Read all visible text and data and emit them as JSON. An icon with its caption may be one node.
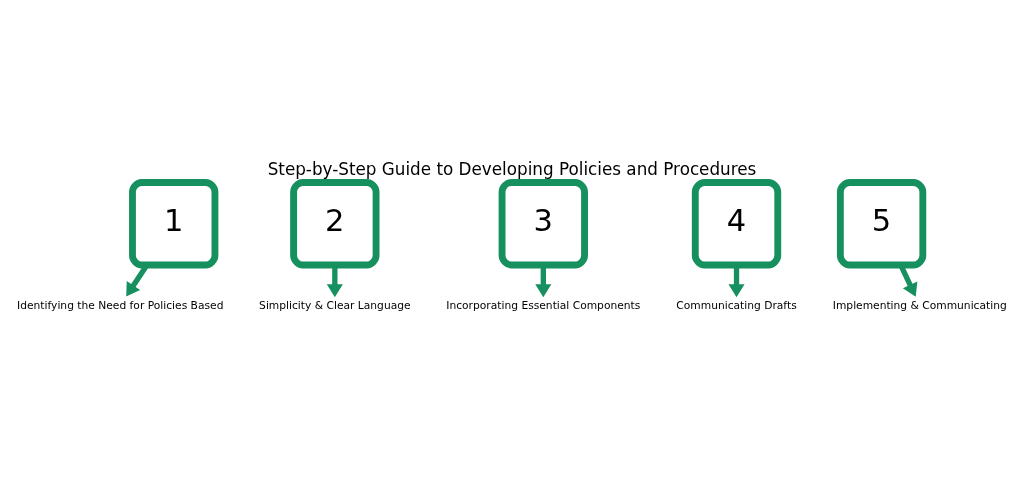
{
  "diagram": {
    "title": "Step-by-Step Guide to Developing Policies and Procedures",
    "nodes": [
      {
        "text": [
          "1"
        ]
      },
      {
        "text": [
          "2"
        ]
      },
      {
        "text": [
          "3"
        ]
      },
      {
        "text": [
          "4"
        ]
      },
      {
        "text": [
          "5"
        ]
      },
      {
        "text": [
          "Identifying the Need for Policies Based"
        ]
      },
      {
        "text": [
          "Simplicity & Clear Language"
        ]
      },
      {
        "text": [
          "Incorporating Essential Components"
        ]
      },
      {
        "text": [
          "Communicating Drafts"
        ]
      },
      {
        "text": [
          "Implementing & Communicating"
        ]
      }
    ],
    "edges": [
      {
        "from": 0,
        "to": 5,
        "arrow": "to"
      },
      {
        "from": 1,
        "to": 6,
        "arrow": "to"
      },
      {
        "from": 2,
        "to": 7,
        "arrow": "to"
      },
      {
        "from": 3,
        "to": 8,
        "arrow": "to"
      },
      {
        "from": 4,
        "to": 9,
        "arrow": "to"
      }
    ]
  }
}
